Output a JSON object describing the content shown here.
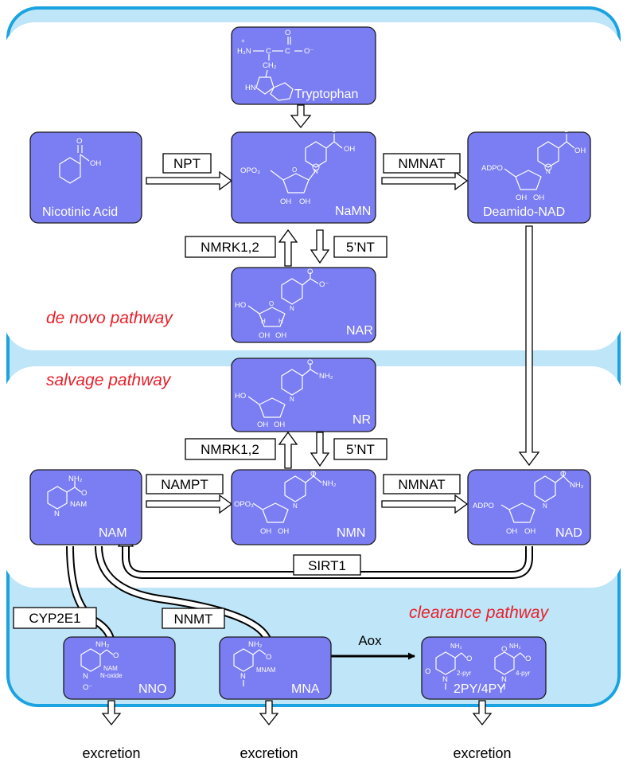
{
  "molecules": {
    "tryptophan": "Tryptophan",
    "nicotinic_acid": "Nicotinic Acid",
    "namn": "NaMN",
    "deamido_nad": "Deamido-NAD",
    "nar": "NAR",
    "nr": "NR",
    "nam": "NAM",
    "nmn": "NMN",
    "nad": "NAD",
    "nno": "NNO",
    "mna": "MNA",
    "py": "2PY/4PY"
  },
  "enzymes": {
    "npt": "NPT",
    "nmnat_top": "NMNAT",
    "nmrk_top": "NMRK1,2",
    "nt_top": "5’NT",
    "nmrk_mid": "NMRK1,2",
    "nt_mid": "5’NT",
    "nampt": "NAMPT",
    "nmnat_mid": "NMNAT",
    "sirt1": "SIRT1",
    "cyp2e1": "CYP2E1",
    "nnmt": "NNMT",
    "aox": "Aox"
  },
  "pathways": {
    "de_novo": "de novo pathway",
    "salvage": "salvage pathway",
    "clearance": "clearance pathway"
  },
  "excretion": {
    "nno": "excretion",
    "mna": "excretion",
    "py": "excretion"
  },
  "structure_labels": {
    "trp_h3n": "H₃N",
    "trp_plus": "+",
    "trp_c": "C",
    "trp_o": "O",
    "trp_ominus": "O⁻",
    "trp_ch2": "CH₂",
    "trp_hn": "HN",
    "na_oh": "OH",
    "na_o": "O",
    "namn_opo": "OPO₃",
    "namn_oh": "OH",
    "namn_o": "O",
    "namn_oh1": "OH",
    "namn_oh2": "OH",
    "namn_nplus": "N",
    "dn_adpo": "ADPO",
    "dn_oh": "OH",
    "dn_o": "O",
    "dn_oh1": "OH",
    "dn_oh2": "OH",
    "dn_nplus": "N",
    "nar_ho": "HO",
    "nar_o": "O",
    "nar_ominus": "O⁻",
    "nar_oh1": "OH",
    "nar_oh2": "OH",
    "nar_h1": "H",
    "nar_h2": "H",
    "nar_nplus": "N",
    "nr_nh2": "NH₂",
    "nr_o": "O",
    "nr_ho": "HO",
    "nr_oh1": "OH",
    "nr_oh2": "OH",
    "nr_nplus": "N",
    "nam_nh2": "NH₂",
    "nam_o": "O",
    "nam_n": "N",
    "nam_sub": "NAM",
    "nmn_opo": "OPO₃",
    "nmn_nh2": "NH₂",
    "nmn_o": "O",
    "nmn_oh1": "OH",
    "nmn_oh2": "OH",
    "nmn_nplus": "N",
    "nad_adpo": "ADPO",
    "nad_nh2": "NH₂",
    "nad_o": "O",
    "nad_oh1": "OH",
    "nad_oh2": "OH",
    "nad_nplus": "N",
    "nno_nh2": "NH₂",
    "nno_o": "O",
    "nno_n": "N",
    "nno_sub1": "NAM",
    "nno_sub2": "N-oxide",
    "nno_ominus": "O⁻",
    "mna_nh2": "NH₂",
    "mna_o": "O",
    "mna_n": "N",
    "mna_sub": "MNAM",
    "py_nh2a": "NH₂",
    "py_oa": "O",
    "py_o2": "O",
    "py_n1": "N",
    "py_2pyr": "2-pyr",
    "py_nh2b": "NH₂",
    "py_ob": "O",
    "py_o4": "O",
    "py_n2": "N",
    "py_4pyr": "4-pyr"
  },
  "colors": {
    "outer_bg": "#bfe6f8",
    "outer_border": "#1aa3e0",
    "panel": "#ffffff",
    "molecule_box": "#7b7df2",
    "pathway_text": "#e8202a"
  }
}
